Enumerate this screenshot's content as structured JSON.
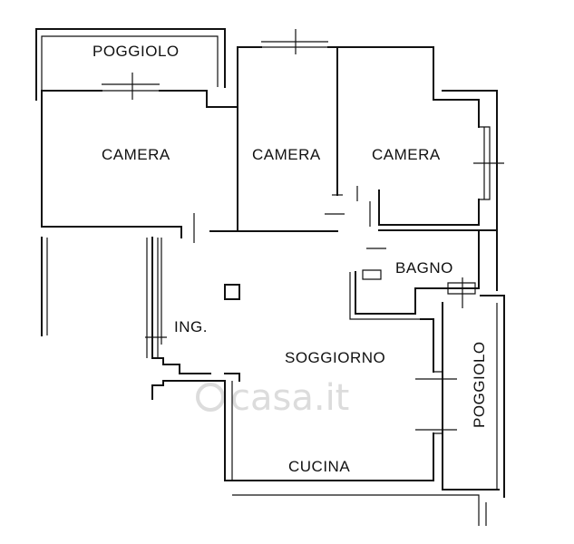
{
  "rooms": {
    "poggiolo_top": "POGGIOLO",
    "camera_left": "CAMERA",
    "camera_mid": "CAMERA",
    "camera_right": "CAMERA",
    "bagno": "BAGNO",
    "ingresso": "ING.",
    "soggiorno": "SOGGIORNO",
    "cucina": "CUCINA",
    "poggiolo_right": "POGGIOLO"
  },
  "watermark": "casa.it"
}
